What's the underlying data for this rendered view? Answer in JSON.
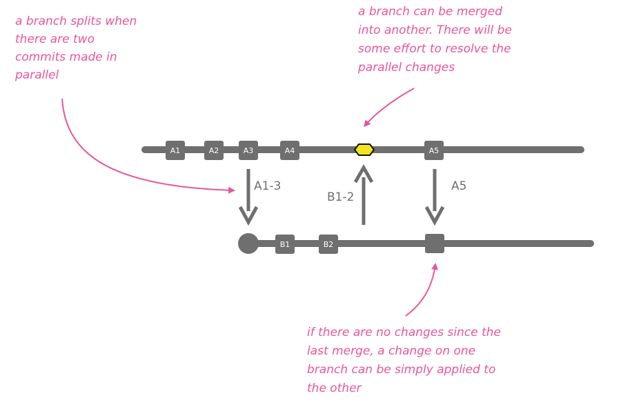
{
  "annotations": {
    "split": [
      "a branch splits when",
      "there are two",
      "commits made in",
      "parallel"
    ],
    "merge": [
      "a branch can be merged",
      "into another. There will be",
      "some effort to resolve the",
      "parallel changes"
    ],
    "apply": [
      "if there are no changes since the",
      "last merge, a change on one",
      "branch can be simply applied to",
      "the other"
    ]
  },
  "branch_a": {
    "commits": [
      "A1",
      "A2",
      "A3",
      "A4",
      "A5"
    ]
  },
  "branch_b": {
    "commits": [
      "B1",
      "B2"
    ]
  },
  "arrows": {
    "a1_3": "A1-3",
    "b1_2": "B1-2",
    "a5": "A5"
  },
  "colors": {
    "branch": "#6f6f6f",
    "annotation": "#e8559a",
    "merge_dot": "#f1e61f"
  }
}
